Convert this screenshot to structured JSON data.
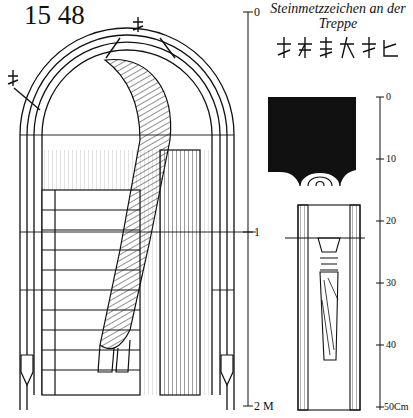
{
  "diagram": {
    "title": "Steinmetzzeichen an der Treppe",
    "labels": [
      "15 48",
      "0",
      "1",
      "2 M",
      "0",
      "10",
      "20",
      "30",
      "40",
      "50Cm"
    ]
  }
}
